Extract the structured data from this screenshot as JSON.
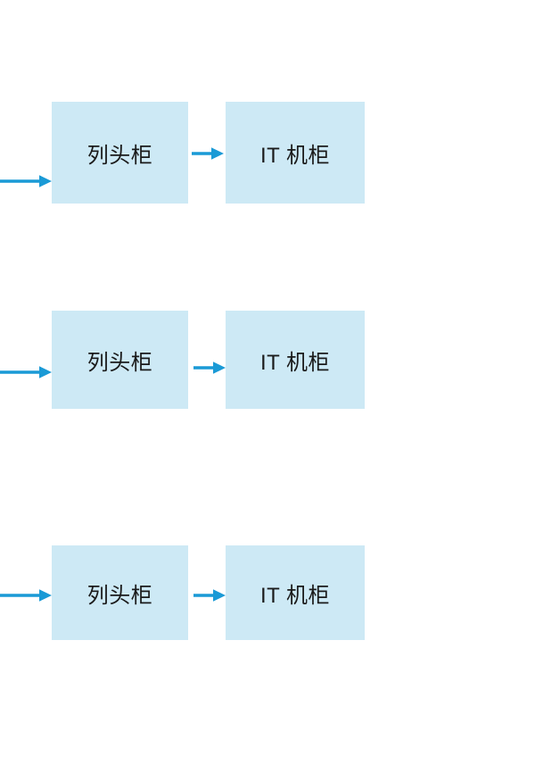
{
  "diagram": {
    "rows": [
      {
        "left_box": "列头柜",
        "right_box": "IT 机柜"
      },
      {
        "left_box": "列头柜",
        "right_box": "IT 机柜"
      },
      {
        "left_box": "列头柜",
        "right_box": "IT 机柜"
      }
    ],
    "colors": {
      "background": "#ffffff",
      "box_fill": "#cde9f5",
      "arrow": "#1a9ad6",
      "text": "#1a1a1a"
    }
  }
}
